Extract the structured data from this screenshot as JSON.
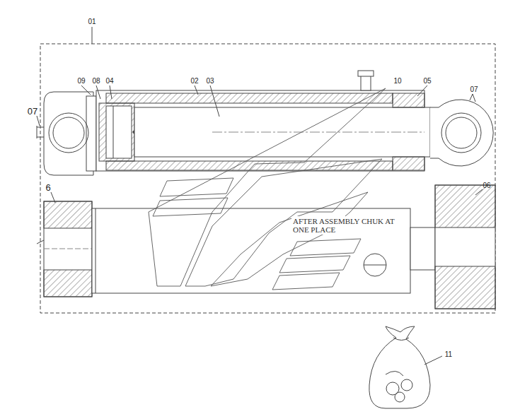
{
  "diagram": {
    "labels": [
      "01",
      "09",
      "08",
      "04",
      "02",
      "03",
      "10",
      "05",
      "07",
      "07",
      "6",
      "06",
      "AFTER ASSEMBLY CHUK AT ONE PLACE",
      "11"
    ]
  }
}
